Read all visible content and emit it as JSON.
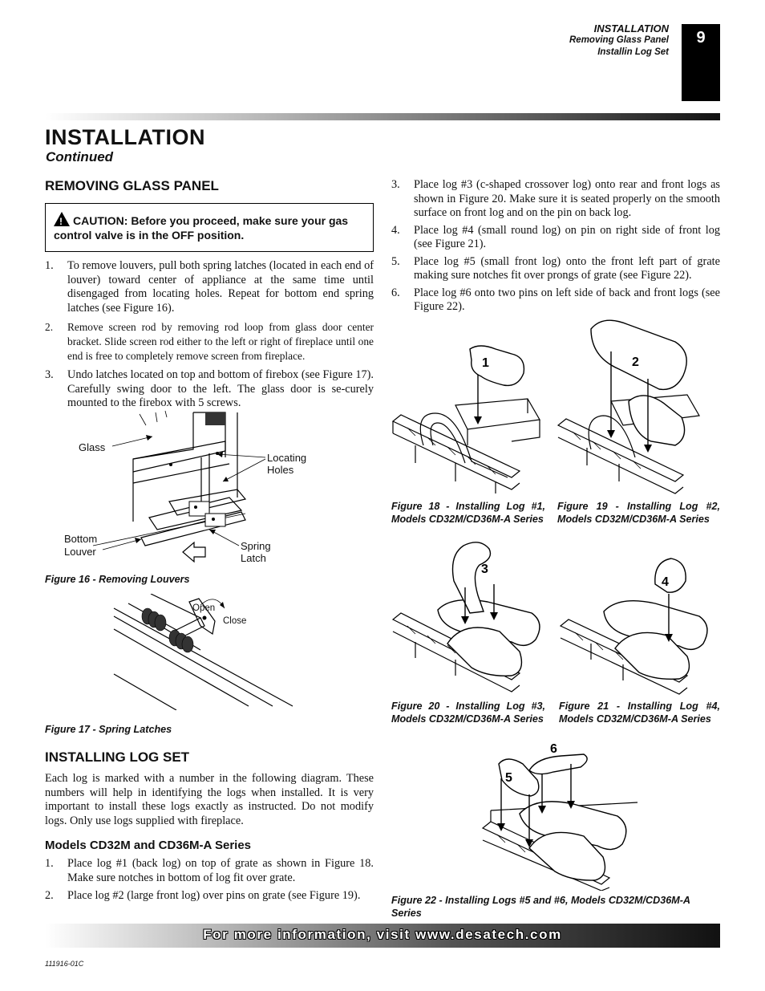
{
  "header": {
    "section": "INSTALLATION",
    "sub1": "Removing Glass Panel",
    "sub2": "Installin Log Set",
    "page_number": "9"
  },
  "title": "INSTALLATION",
  "continued": "Continued",
  "removing_glass": {
    "heading": "REMOVING GLASS PANEL",
    "caution": "CAUTION: Before you proceed, make sure your gas control valve is in the  OFF position.",
    "steps": [
      {
        "num": "1.",
        "text": "To remove louvers, pull both spring latches (located in each end of louver) toward center of appliance at the same time until disengaged from locating holes. Repeat for bottom end spring latches (see Figure 16)."
      },
      {
        "num": "2.",
        "text": "Remove screen rod by removing rod loop from glass door center bracket. Slide screen rod either to the left or right of fireplace until one end is free to completely remove screen from  fireplace."
      },
      {
        "num": "3.",
        "text": "Undo latches located on top and bottom of firebox (see Figure 17). Carefully swing door to the left. The glass door is se-curely mounted to the firebox with 5 screws."
      }
    ]
  },
  "fig16": {
    "labels": {
      "glass": "Glass",
      "locating": "Locating",
      "holes": "Holes",
      "bottom": "Bottom",
      "louver": "Louver",
      "spring": "Spring",
      "latch": "Latch"
    },
    "caption": "Figure 16 - Removing Louvers"
  },
  "fig17": {
    "labels": {
      "open": "Open",
      "close": "Close"
    },
    "caption": "Figure 17 - Spring Latches"
  },
  "installing_logs": {
    "heading": "INSTALLING LOG SET",
    "intro": "Each log is marked with a number in the following diagram. These numbers will help in identifying the logs when installed. It is very important to install these logs exactly as instructed. Do not modify logs. Only use logs supplied with fireplace.",
    "subheading": "Models CD32M and CD36M-A Series",
    "steps": [
      {
        "num": "1.",
        "text": "Place log #1 (back log) on top of grate as shown in Figure 18. Make sure notches in bottom of log fit over grate."
      },
      {
        "num": "2.",
        "text": "Place log #2 (large front log) over pins on grate (see Figure 19)."
      },
      {
        "num": "3.",
        "text": "Place log #3 (c-shaped crossover log) onto rear and front logs as shown in Figure 20. Make sure it is seated properly on the smooth surface on front log and on the pin on back log."
      },
      {
        "num": "4.",
        "text": "Place log #4 (small round log) on pin on right side of front log (see Figure 21)."
      },
      {
        "num": "5.",
        "text": "Place log #5 (small front log) onto the front left part of grate making sure notches fit over prongs of grate (see Figure 22)."
      },
      {
        "num": "6.",
        "text": "Place log #6 onto two pins on left side of back and front logs (see Figure 22)."
      }
    ]
  },
  "figures": {
    "fig18": {
      "caption": "Figure 18 - Installing Log #1, Models CD32M/CD36M-A Series",
      "log_number": "1"
    },
    "fig19": {
      "caption": "Figure 19 - Installing Log #2, Models CD32M/CD36M-A Series",
      "log_number": "2"
    },
    "fig20": {
      "caption": "Figure 20 - Installing Log #3, Models CD32M/CD36M-A Series",
      "log_number": "3"
    },
    "fig21": {
      "caption": "Figure 21 - Installing Log #4, Models CD32M/CD36M-A Series",
      "log_number": "4"
    },
    "fig22": {
      "caption": "Figure 22 - Installing Logs #5 and #6, Models CD32M/CD36M-A Series",
      "log_number_a": "5",
      "log_number_b": "6"
    }
  },
  "footer": {
    "banner": "For more information, visit www.desatech.com",
    "doc_number": "111916-01C"
  }
}
